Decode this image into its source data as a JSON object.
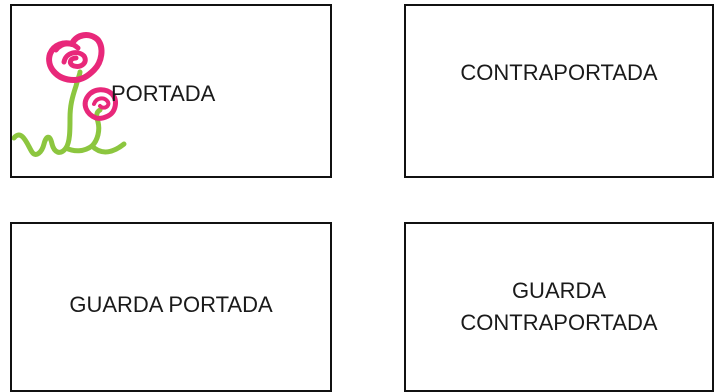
{
  "panels": {
    "portada": {
      "label": "PORTADA"
    },
    "contraportada": {
      "label": "CONTRAPORTADA"
    },
    "guarda_portada": {
      "label": "GUARDA PORTADA"
    },
    "guarda_contraportada": {
      "lines": [
        "GUARDA",
        "CONTRAPORTADA"
      ]
    }
  },
  "colors": {
    "flower_pink": "#e8287a",
    "stem_green": "#8cc63f",
    "border": "#111111"
  },
  "icons": {
    "flower": "flower-illustration-icon"
  }
}
